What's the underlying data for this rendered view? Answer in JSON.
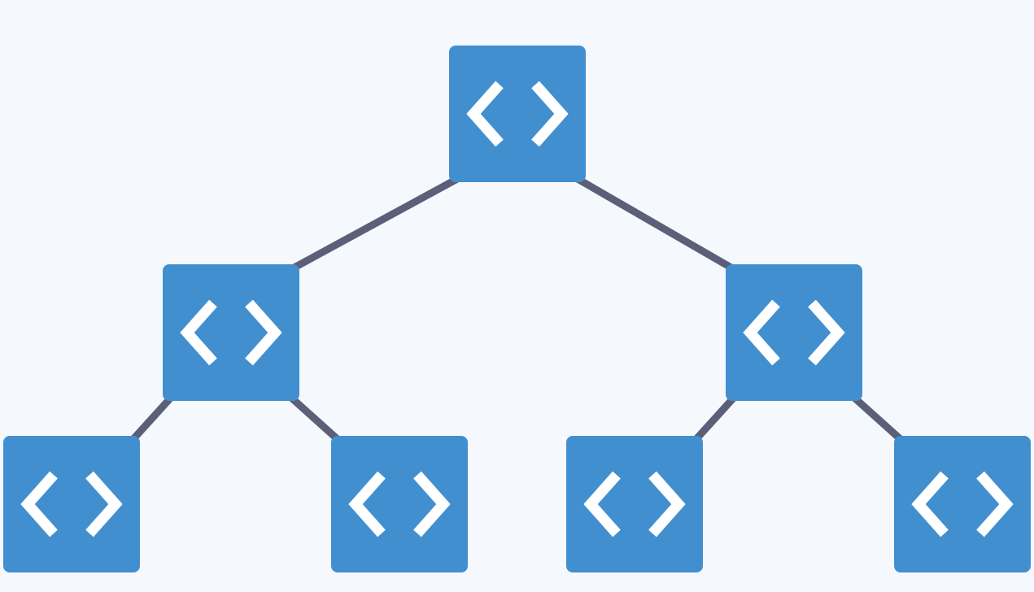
{
  "diagram": {
    "type": "binary-tree",
    "colors": {
      "background": "#f5f9fd",
      "node_fill": "#428fd0",
      "icon_stroke": "#ffffff",
      "edge": "#5b6078"
    },
    "nodes": [
      {
        "id": "root",
        "icon": "code-brackets-icon",
        "depth": 0
      },
      {
        "id": "left",
        "icon": "code-brackets-icon",
        "depth": 1
      },
      {
        "id": "right",
        "icon": "code-brackets-icon",
        "depth": 1
      },
      {
        "id": "ll",
        "icon": "code-brackets-icon",
        "depth": 2
      },
      {
        "id": "lr",
        "icon": "code-brackets-icon",
        "depth": 2
      },
      {
        "id": "rl",
        "icon": "code-brackets-icon",
        "depth": 2
      },
      {
        "id": "rr",
        "icon": "code-brackets-icon",
        "depth": 2
      }
    ],
    "edges": [
      {
        "from": "root",
        "to": "left"
      },
      {
        "from": "root",
        "to": "right"
      },
      {
        "from": "left",
        "to": "ll"
      },
      {
        "from": "left",
        "to": "lr"
      },
      {
        "from": "right",
        "to": "rl"
      },
      {
        "from": "right",
        "to": "rr"
      }
    ]
  }
}
